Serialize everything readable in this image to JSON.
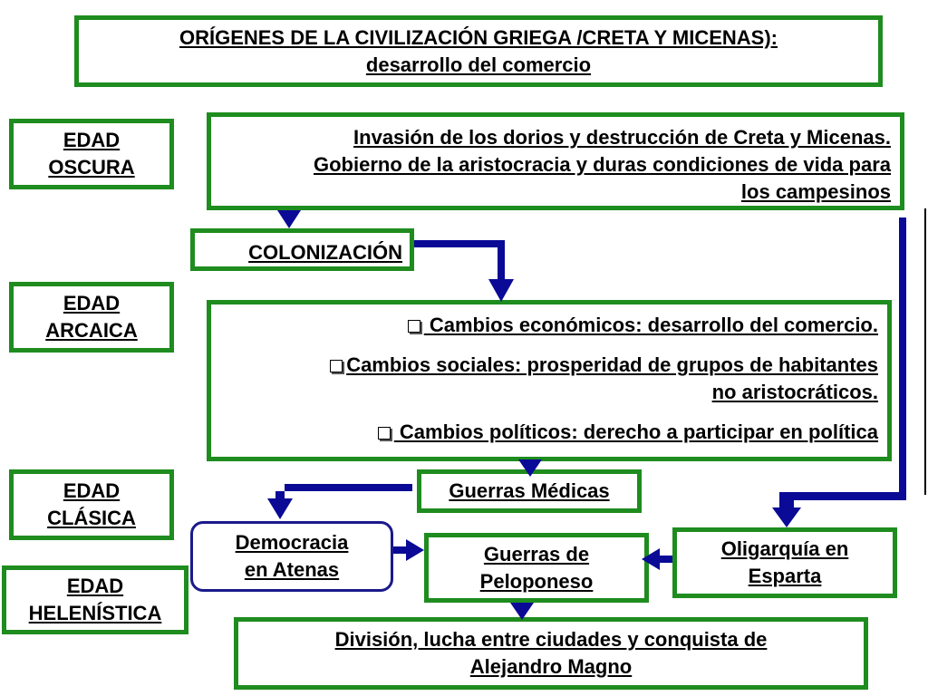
{
  "title": {
    "line1": "ORÍGENES DE LA CIVILIZACIÓN GRIEGA /CRETA Y MICENAS):",
    "line2": "desarrollo del comercio"
  },
  "ages": {
    "oscura": [
      "EDAD",
      "OSCURA"
    ],
    "arcaica": [
      "EDAD",
      "ARCAICA"
    ],
    "clasica": [
      "EDAD",
      "CLÁSICA"
    ],
    "helenistica": [
      "EDAD",
      "HELENÍSTICA"
    ]
  },
  "invasion": {
    "line1": "Invasión de los dorios y destrucción de Creta y Micenas.",
    "line2": "Gobierno de la aristocracia y duras condiciones de vida para",
    "line3": "los campesinos"
  },
  "colonizacion": "COLONIZACIÓN",
  "cambios": {
    "economicos": " Cambios económicos: desarrollo del comercio.",
    "sociales_1": "Cambios sociales: prosperidad de grupos de habitantes",
    "sociales_2": "no aristocráticos.",
    "politicos": " Cambios políticos: derecho a participar en política"
  },
  "guerras_medicas": "Guerras Médicas",
  "democracia": [
    "Democracia ",
    "en Atenas"
  ],
  "peloponeso": [
    "Guerras de",
    "Peloponeso"
  ],
  "oligarquia": [
    "Oligarquía en",
    "Esparta"
  ],
  "division": [
    "División, lucha entre ciudades y conquista de",
    "Alejandro Magno"
  ],
  "colors": {
    "green": "#1e8c1e",
    "arrow": "#0a0a96",
    "democracia_border": "#1a1a8c"
  }
}
